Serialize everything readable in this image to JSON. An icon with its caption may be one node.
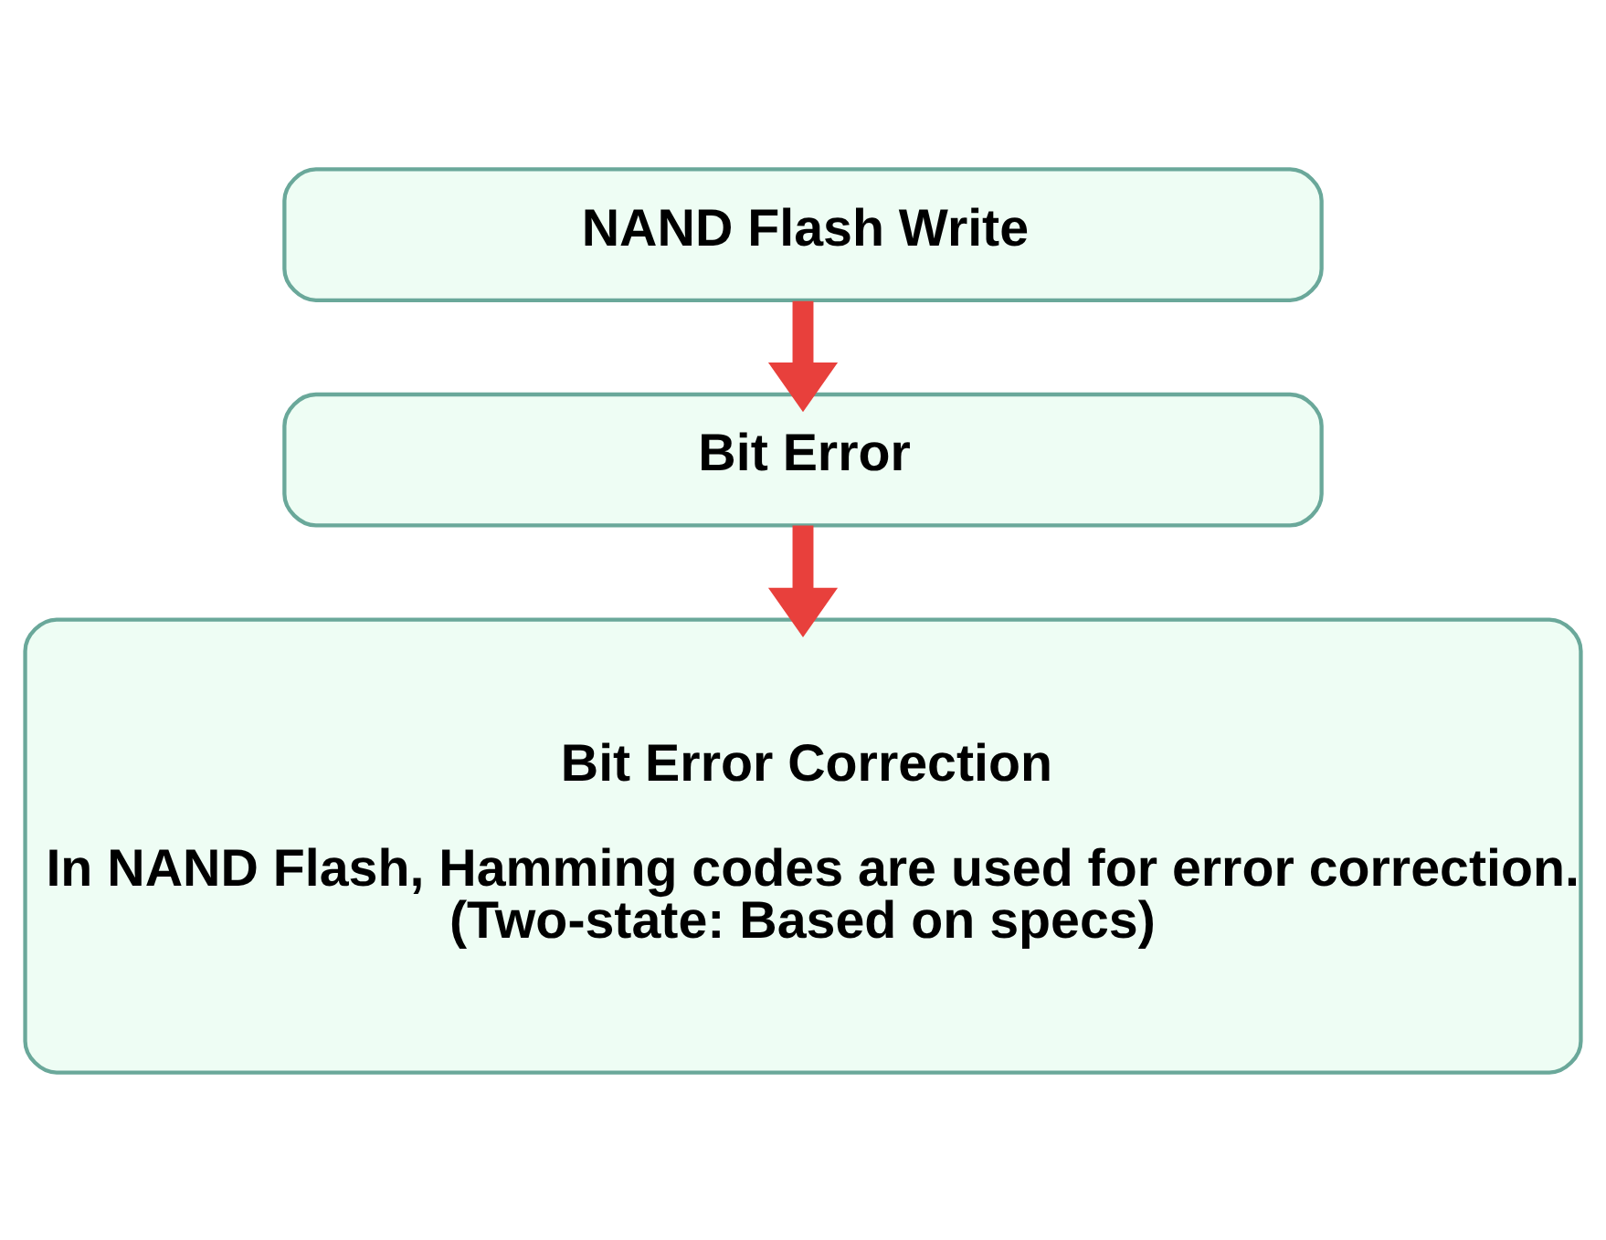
{
  "diagram": {
    "nodes": [
      {
        "text": [
          "NAND Flash Write"
        ]
      },
      {
        "text": [
          "Bit Error"
        ]
      },
      {
        "text": [
          "Bit Error Correction",
          "In NAND Flash, Hamming codes are used for error correction.",
          "(Two-state: Based on specs)"
        ]
      }
    ],
    "edges": [
      {
        "from": 0,
        "to": 1,
        "arrow": "to"
      },
      {
        "from": 1,
        "to": 2,
        "arrow": "to"
      }
    ]
  }
}
